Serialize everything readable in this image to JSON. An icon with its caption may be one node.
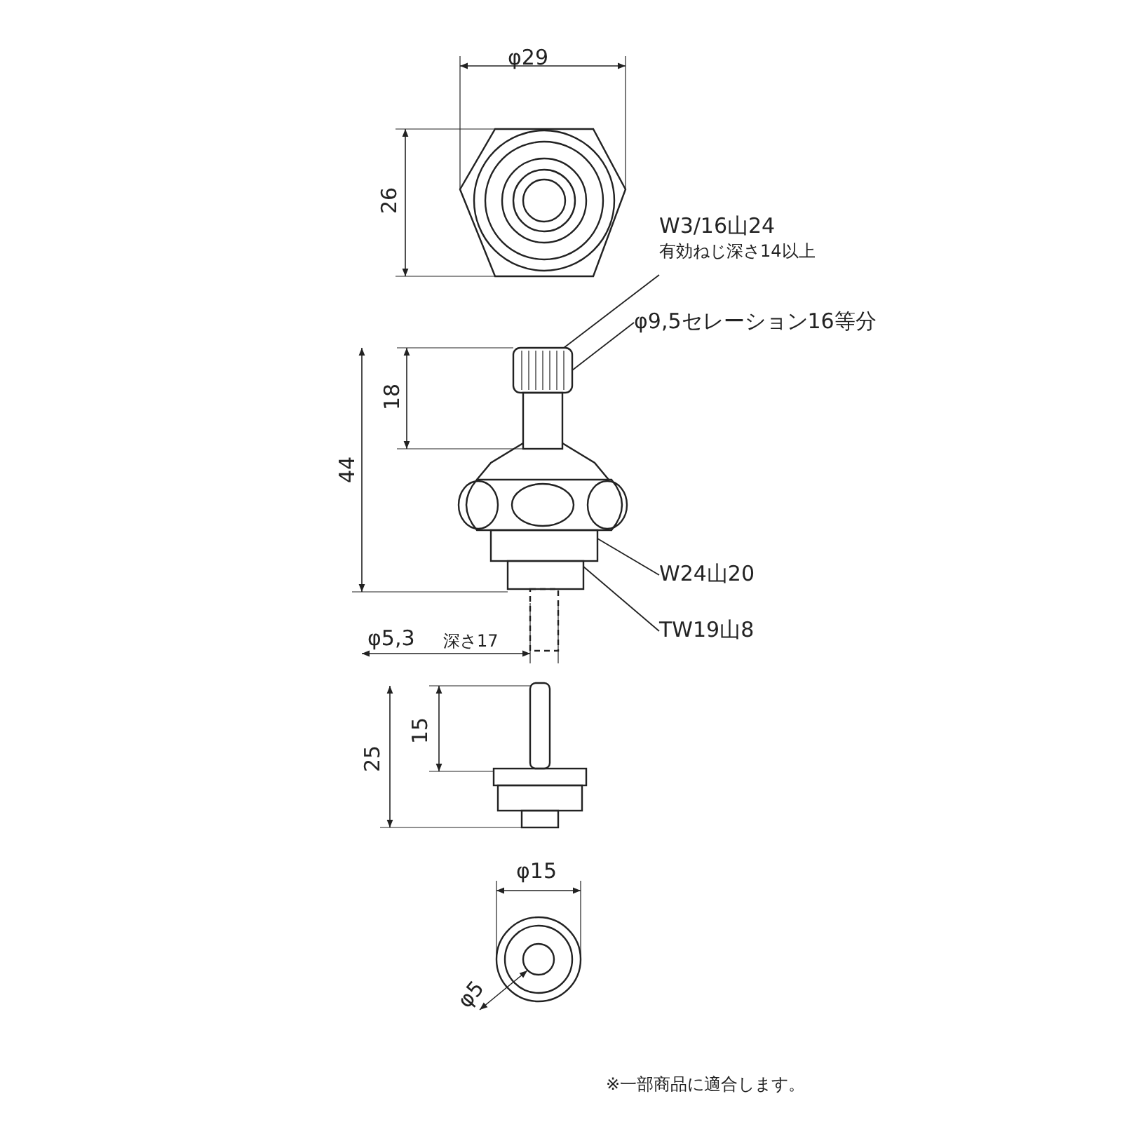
{
  "diagram": {
    "nodes": [
      {
        "text": [
          "W3/16山24",
          "有効ねじ深さ14以上"
        ]
      },
      {
        "text": [
          "φ9,5セレーション16等分"
        ]
      },
      {
        "text": [
          "W24山20"
        ]
      },
      {
        "text": [
          "TW19山8"
        ]
      },
      {
        "text": [],
        "shape": "box"
      },
      {
        "text": [],
        "shape": "box"
      },
      {
        "text": [],
        "shape": "box"
      }
    ],
    "edges": [
      {
        "from": 0,
        "to": 4,
        "arrow": "none"
      },
      {
        "from": 1,
        "to": 4,
        "arrow": "none"
      },
      {
        "from": 2,
        "to": 5,
        "arrow": "none"
      },
      {
        "from": 3,
        "to": 6,
        "arrow": "none"
      }
    ],
    "labels": [
      "φ29",
      "26",
      "18",
      "44",
      "φ5,3",
      "深さ17",
      "15",
      "25",
      "φ15",
      "φ5",
      "※一部商品に適合します。"
    ]
  }
}
